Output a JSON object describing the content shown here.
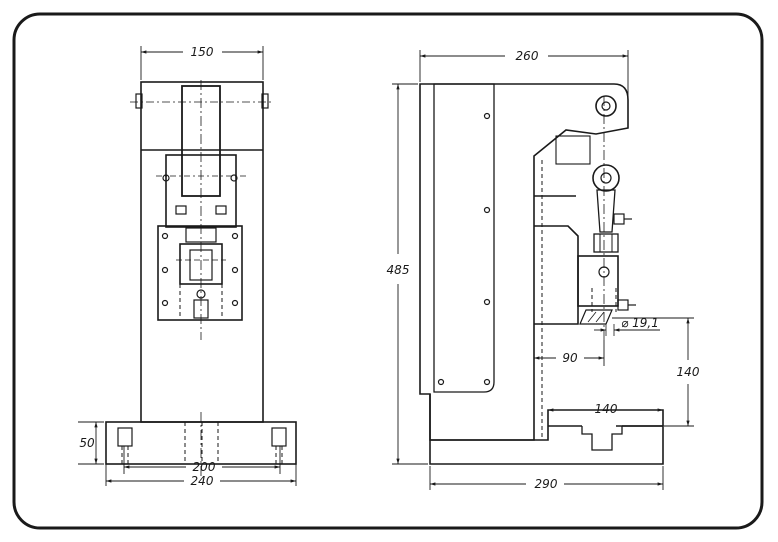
{
  "front_view": {
    "dims": {
      "top_width": "150",
      "height_left": "50",
      "inner_width": "200",
      "base_width": "240"
    }
  },
  "side_view": {
    "dims": {
      "top_width": "260",
      "total_height": "485",
      "bore_diameter": "⌀ 19,1",
      "throat_depth": "90",
      "work_height": "140",
      "slot_length": "140",
      "base_length": "290"
    }
  },
  "colors": {
    "line": "#1a1a1a",
    "paper": "#ffffff"
  }
}
